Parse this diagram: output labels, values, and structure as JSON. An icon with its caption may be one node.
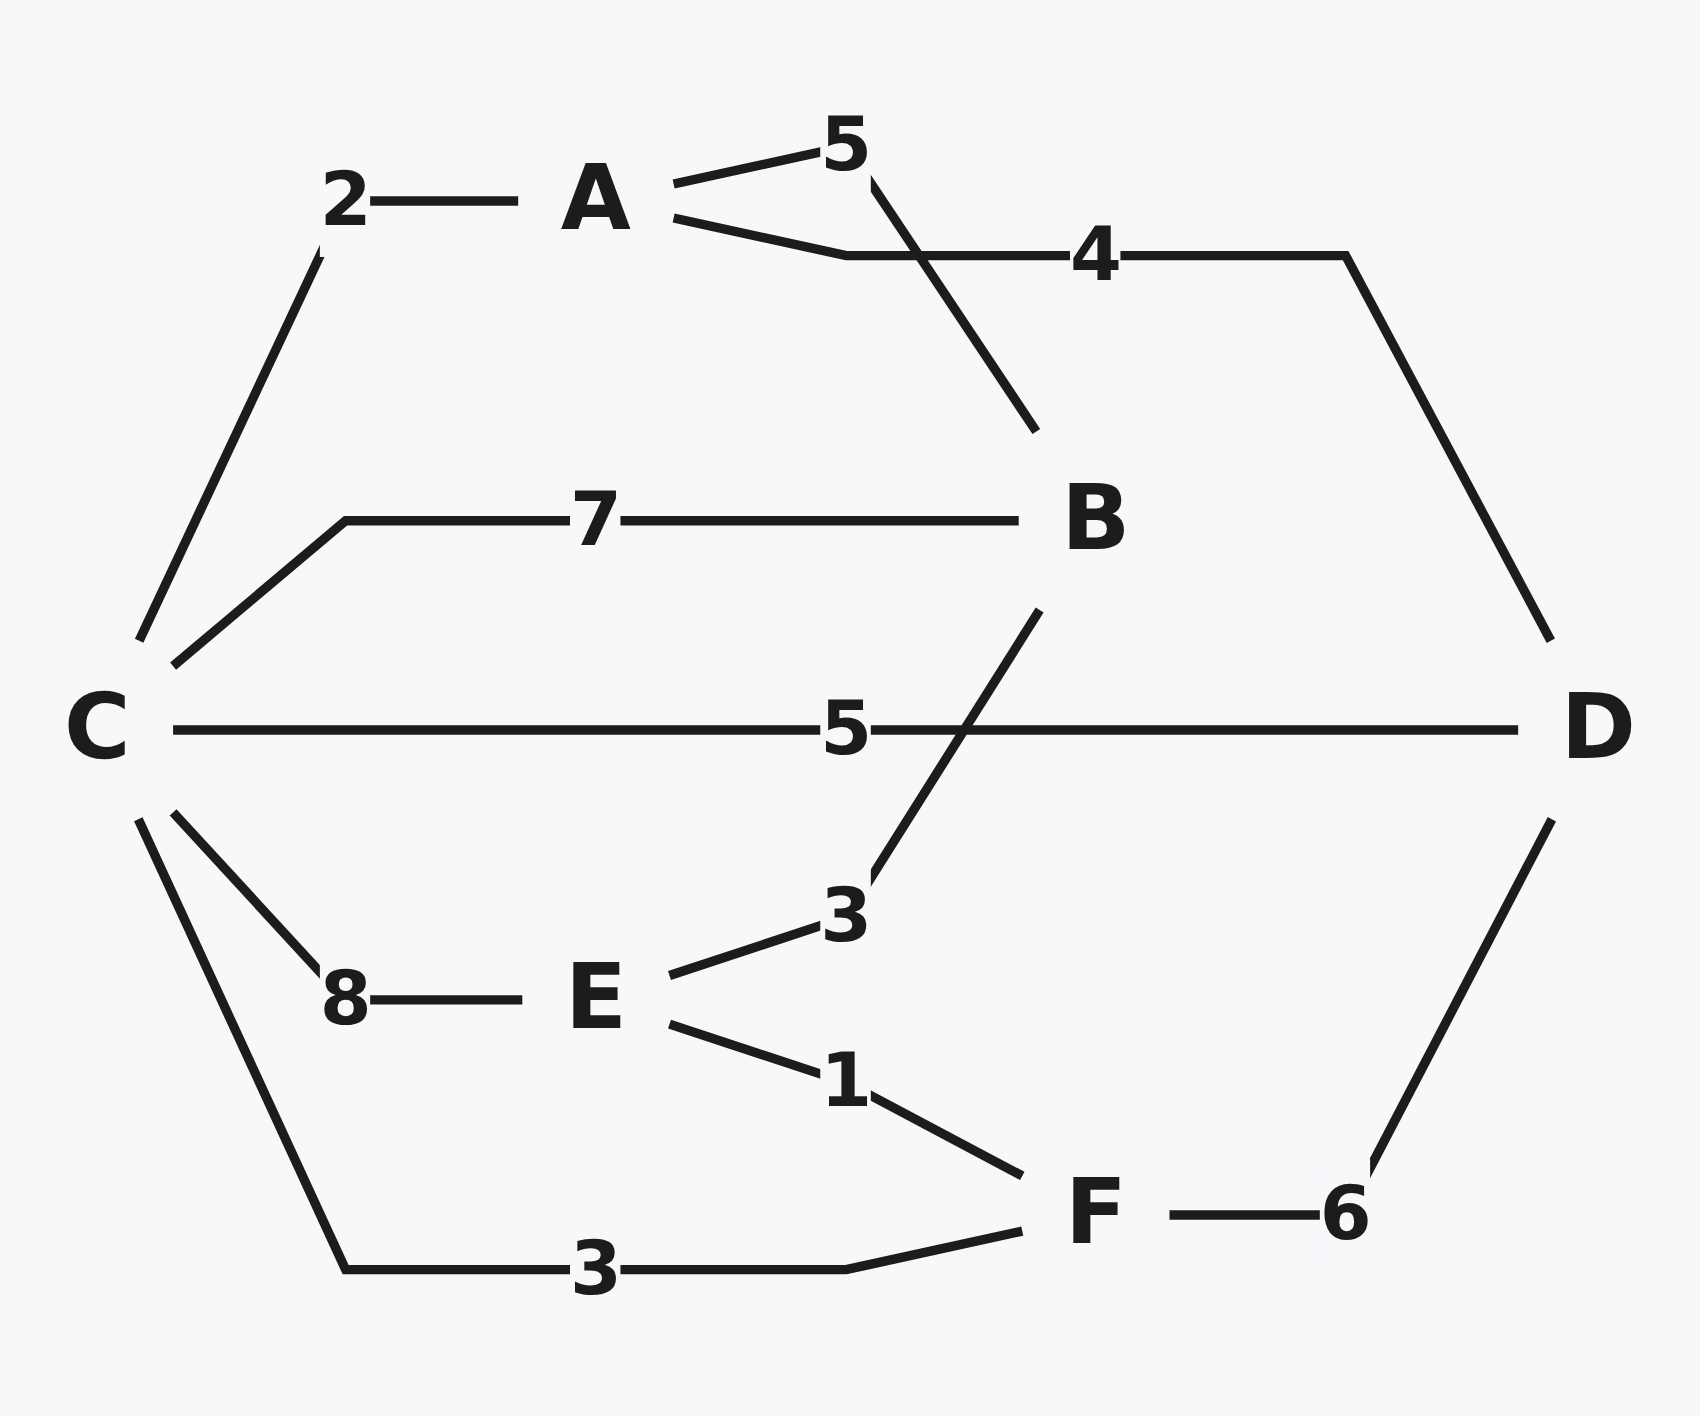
{
  "diagram": {
    "nodes": [
      {
        "text": [
          "A"
        ]
      },
      {
        "text": [
          "B"
        ]
      },
      {
        "text": [
          "C"
        ]
      },
      {
        "text": [
          "D"
        ]
      },
      {
        "text": [
          "E"
        ]
      },
      {
        "text": [
          "F"
        ]
      }
    ],
    "edges": [
      {
        "from": 0,
        "to": 1,
        "arrow": "none",
        "label": "5"
      },
      {
        "from": 2,
        "to": 0,
        "arrow": "none",
        "label": "2"
      },
      {
        "from": 0,
        "to": 3,
        "arrow": "none",
        "label": "4"
      },
      {
        "from": 2,
        "to": 1,
        "arrow": "none",
        "label": "7"
      },
      {
        "from": 4,
        "to": 1,
        "arrow": "none",
        "label": "3"
      },
      {
        "from": 2,
        "to": 3,
        "arrow": "none",
        "label": "5"
      },
      {
        "from": 2,
        "to": 4,
        "arrow": "none",
        "label": "8"
      },
      {
        "from": 2,
        "to": 5,
        "arrow": "none",
        "label": "3"
      },
      {
        "from": 5,
        "to": 3,
        "arrow": "none",
        "label": "6"
      },
      {
        "from": 4,
        "to": 5,
        "arrow": "none",
        "label": "1"
      }
    ]
  }
}
